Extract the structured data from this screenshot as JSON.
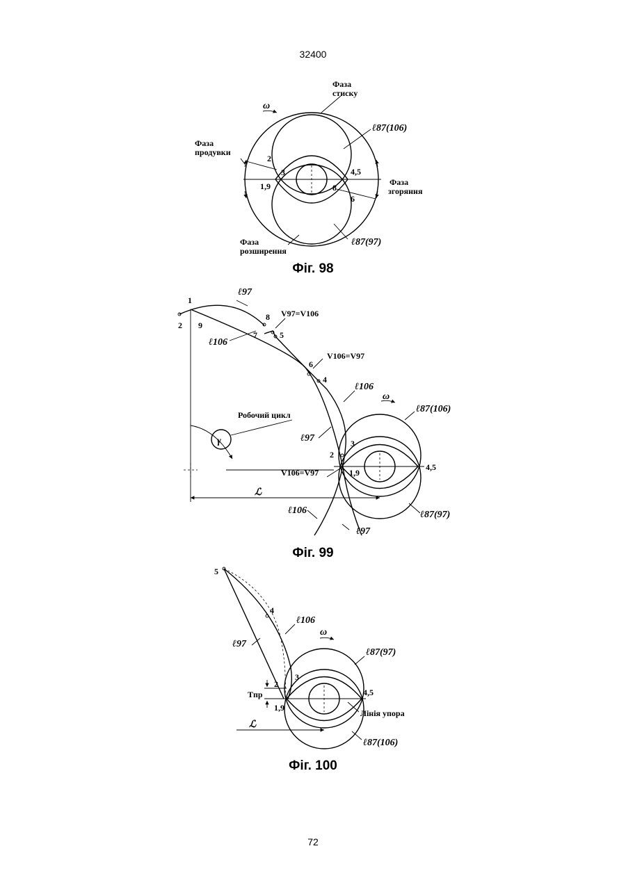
{
  "page": {
    "header": "32400",
    "footer": "72"
  },
  "fig98": {
    "caption": "Фіг. 98",
    "omega": "ω",
    "phase_compress_1": "Фаза",
    "phase_compress_2": "стиску",
    "phase_purge_1": "Фаза",
    "phase_purge_2": "продувки",
    "phase_combust_1": "Фаза",
    "phase_combust_2": "згоряння",
    "phase_expand_1": "Фаза",
    "phase_expand_2": "розширення",
    "l_upper": "ℓ87(106)",
    "l_lower": "ℓ87(97)",
    "pt_2": "2",
    "pt_3": "3",
    "pt_19": "1,9",
    "pt_45": "4,5",
    "pt_8": "8",
    "pt_6": "6"
  },
  "fig99": {
    "caption": "Фіг. 99",
    "omega": "ω",
    "l97_top": "ℓ97",
    "l106_left": "ℓ106",
    "v_eq_top": "V97=V106",
    "v_eq_mid": "V106=V97",
    "l106_right": "ℓ106",
    "l87_106": "ℓ87(106)",
    "work_cycle": "Робочий цикл",
    "gamma": "γ",
    "l97_mid": "ℓ97",
    "v_eq_bottom": "V106=V97",
    "l_big": "ℒ",
    "l87_97": "ℓ87(97)",
    "l106_bottom": "ℓ106",
    "l97_bottom": "ℓ97",
    "pt_1": "1",
    "pt_2": "2",
    "pt_9": "9",
    "pt_8": "8",
    "pt_7": "7",
    "pt_5": "5",
    "pt_6": "6",
    "pt_4": "4",
    "pt_2b": "2",
    "pt_3": "3",
    "pt_19": "1,9",
    "pt_45": "4,5"
  },
  "fig100": {
    "caption": "Фіг. 100",
    "omega": "ω",
    "pt_5": "5",
    "pt_4": "4",
    "l106": "ℓ106",
    "l97": "ℓ97",
    "l87_97": "ℓ87(97)",
    "t_pr": "Tпр",
    "pt_2": "2",
    "pt_3": "3",
    "pt_19": "1,9",
    "pt_45": "4,5",
    "stop_line": "Лінія упора",
    "l_big": "ℒ",
    "l87_106": "ℓ87(106)"
  }
}
